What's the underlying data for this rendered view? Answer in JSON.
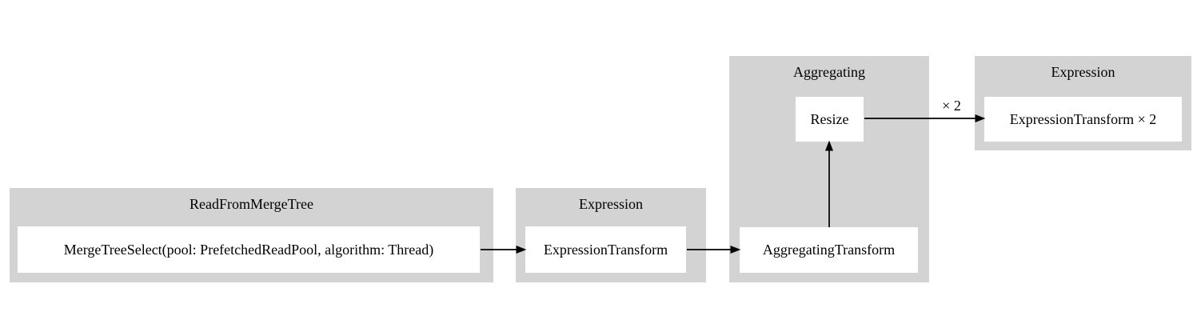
{
  "diagram": {
    "type": "pipeline-flowchart",
    "clusters": [
      {
        "title": "ReadFromMergeTree",
        "nodes": [
          {
            "label": "MergeTreeSelect(pool: PrefetchedReadPool, algorithm: Thread)"
          }
        ]
      },
      {
        "title": "Expression",
        "nodes": [
          {
            "label": "ExpressionTransform"
          }
        ]
      },
      {
        "title": "Aggregating",
        "nodes": [
          {
            "label": "AggregatingTransform"
          },
          {
            "label": "Resize"
          }
        ]
      },
      {
        "title": "Expression",
        "nodes": [
          {
            "label": "ExpressionTransform × 2"
          }
        ]
      }
    ],
    "edges": [
      {
        "from": "MergeTreeSelect(pool: PrefetchedReadPool, algorithm: Thread)",
        "to": "ExpressionTransform",
        "label": ""
      },
      {
        "from": "ExpressionTransform",
        "to": "AggregatingTransform",
        "label": ""
      },
      {
        "from": "AggregatingTransform",
        "to": "Resize",
        "label": ""
      },
      {
        "from": "Resize",
        "to": "ExpressionTransform × 2",
        "label": "× 2"
      }
    ],
    "colors": {
      "background": "#ffffff",
      "cluster_fill": "#d3d3d3",
      "node_fill": "#ffffff",
      "edge": "#000000",
      "text": "#000000"
    }
  }
}
